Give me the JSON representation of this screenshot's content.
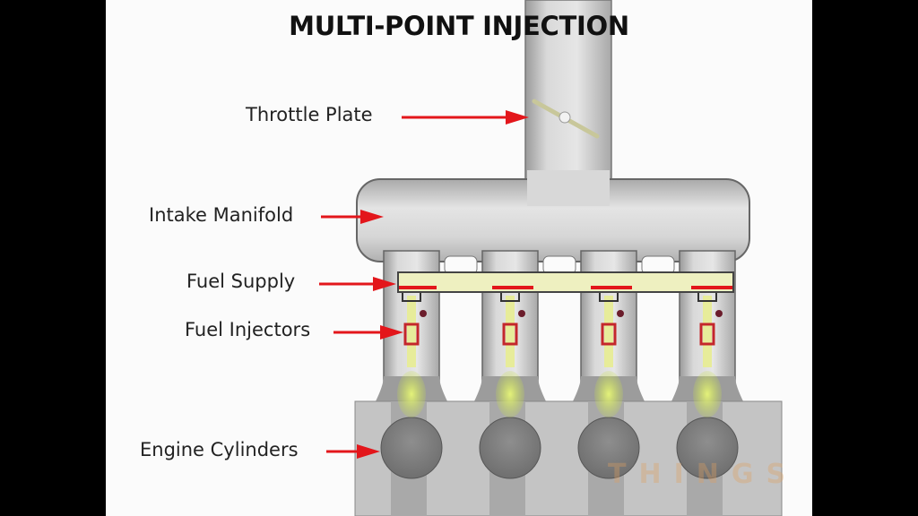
{
  "title": "MULTI-POINT INJECTION",
  "labels": {
    "throttle_plate": "Throttle Plate",
    "intake_manifold": "Intake Manifold",
    "fuel_supply": "Fuel Supply",
    "fuel_injectors": "Fuel Injectors",
    "engine_cylinders": "Engine Cylinders"
  },
  "watermark": "THINGS",
  "cylinder_count": 4,
  "colors": {
    "arrow": "#e3161b",
    "fuel_rail": "#eef0c0",
    "spray": "#d8ec6a",
    "metal": "#c9c9c9",
    "background": "#fbfbfb"
  }
}
